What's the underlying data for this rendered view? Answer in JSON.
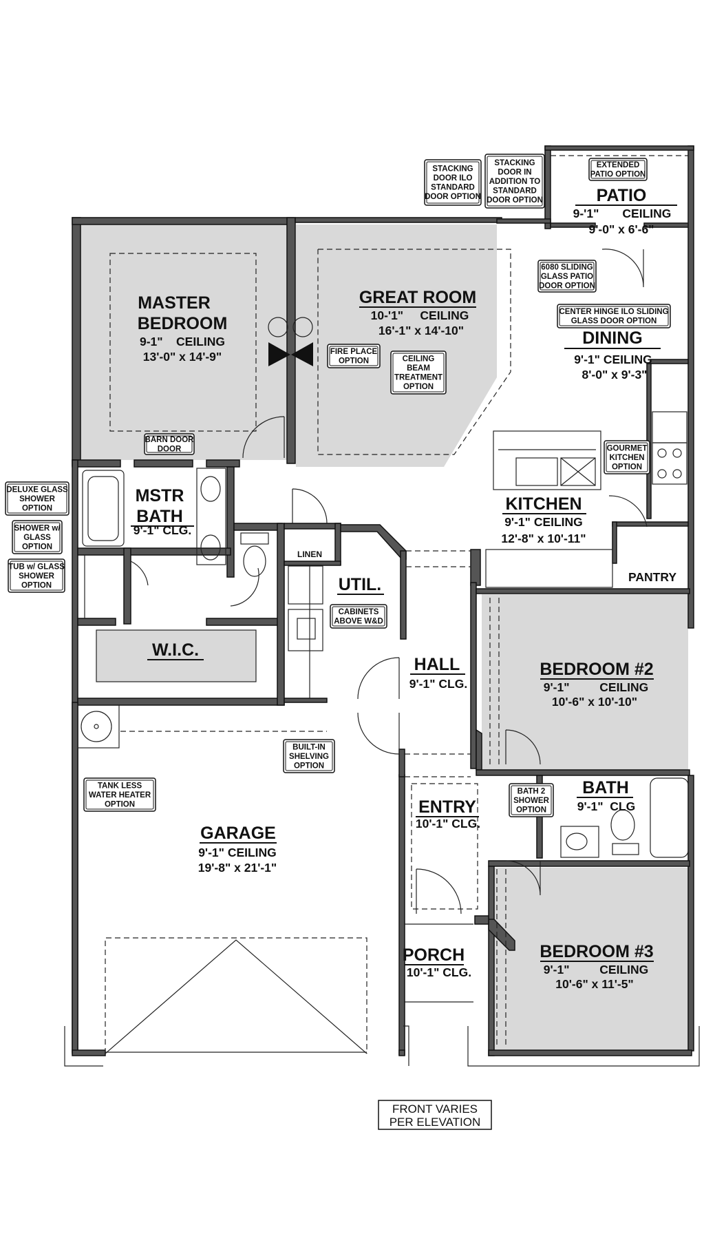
{
  "rooms": {
    "master_bedroom": {
      "name1": "MASTER",
      "name2": "BEDROOM",
      "ceiling": "9-1\"    CEILING",
      "size": "13'-0\" x 14'-9\""
    },
    "great_room": {
      "name": "GREAT ROOM",
      "ceiling": "10-'1\"     CEILING",
      "size": "16'-1\" x 14'-10\""
    },
    "patio": {
      "name": "PATIO",
      "ceiling": "9-'1\"       CEILING",
      "size": "9'-0\" x 6'-6\""
    },
    "dining": {
      "name": "DINING",
      "ceiling": "9'-1\" CEILING",
      "size": "8'-0\" x 9'-3\""
    },
    "kitchen": {
      "name": "KITCHEN",
      "ceiling": "9'-1\" CEILING",
      "size": "12'-8\" x 10'-11\""
    },
    "pantry": {
      "name": "PANTRY"
    },
    "mstr_bath": {
      "name1": "MSTR",
      "name2": "BATH",
      "ceiling": "9'-1\" CLG."
    },
    "linen": {
      "name": "LINEN"
    },
    "util": {
      "name": "UTIL."
    },
    "wic": {
      "name": "W.I.C."
    },
    "hall": {
      "name": "HALL",
      "ceiling": "9'-1\" CLG."
    },
    "bedroom2": {
      "name": "BEDROOM #2",
      "ceiling": "9'-1\"         CEILING",
      "size": "10'-6\" x 10'-10\""
    },
    "bath": {
      "name": "BATH",
      "ceiling": "9'-1\"  CLG"
    },
    "entry": {
      "name": "ENTRY",
      "ceiling": "10'-1\" CLG."
    },
    "garage": {
      "name": "GARAGE",
      "ceiling": "9'-1\" CEILING",
      "size": "19'-8\" x 21'-1\""
    },
    "porch": {
      "name": "PORCH",
      "ceiling": "10'-1\" CLG."
    },
    "bedroom3": {
      "name": "BEDROOM #3",
      "ceiling": "9'-1\"         CEILING",
      "size": "10'-6\" x 11'-5\""
    }
  },
  "options": {
    "stacking_ilo": [
      "STACKING",
      "DOOR ILO",
      "STANDARD",
      "DOOR OPTION"
    ],
    "stacking_addition": [
      "STACKING",
      "DOOR IN",
      "ADDITION TO",
      "STANDARD",
      "DOOR OPTION"
    ],
    "extended_patio": [
      "EXTENDED",
      "PATIO OPTION"
    ],
    "sliding_6080": [
      "6080 SLIDING",
      "GLASS PATIO",
      "DOOR OPTION"
    ],
    "center_hinge": [
      "CENTER HINGE ILO SLIDING",
      "GLASS DOOR OPTION"
    ],
    "fire_place": [
      "FIRE PLACE",
      "OPTION"
    ],
    "ceiling_beam": [
      "CEILING",
      "BEAM",
      "TREATMENT",
      "OPTION"
    ],
    "barn_door": [
      "BARN DOOR",
      "DOOR"
    ],
    "gourmet_kitchen": [
      "GOURMET",
      "KITCHEN",
      "OPTION"
    ],
    "deluxe_glass": [
      "DELUXE GLASS",
      "SHOWER",
      "OPTION"
    ],
    "shower_glass": [
      "SHOWER w/",
      "GLASS",
      "OPTION"
    ],
    "tub_glass": [
      "TUB w/ GLASS",
      "SHOWER",
      "OPTION"
    ],
    "cabinets_wd": [
      "CABINETS",
      "ABOVE W&D"
    ],
    "built_in_shelving": [
      "BUILT-IN",
      "SHELVING",
      "OPTION"
    ],
    "tankless_heater": [
      "TANK LESS",
      "WATER HEATER",
      "OPTION"
    ],
    "bath2_shower": [
      "BATH 2",
      "SHOWER",
      "OPTION"
    ]
  },
  "front_note": [
    "FRONT VARIES",
    "PER ELEVATION"
  ],
  "colors": {
    "wall": "#555555",
    "room_fill": "#d9d9d9",
    "line": "#222222",
    "background": "#ffffff"
  }
}
